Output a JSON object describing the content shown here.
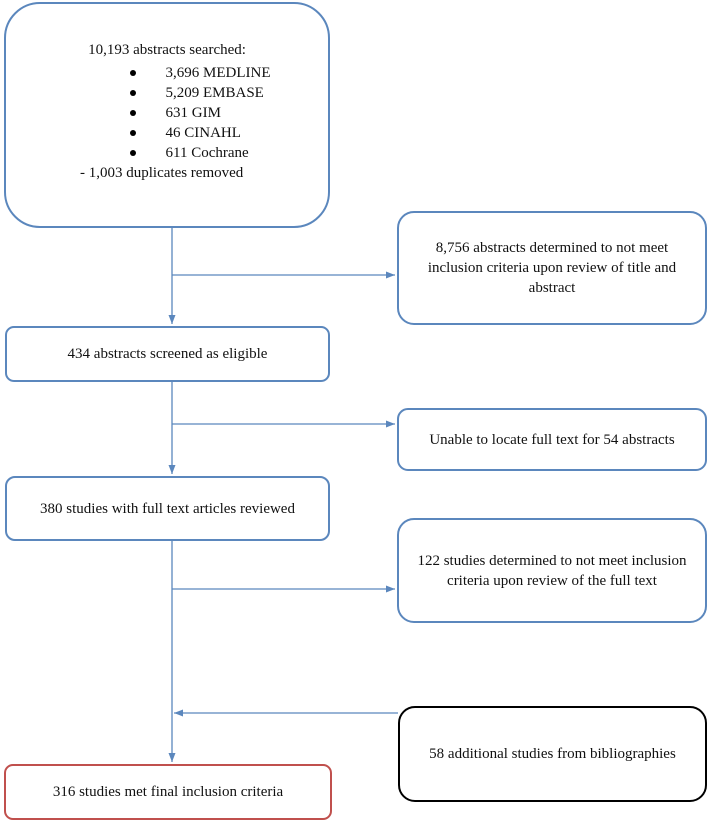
{
  "search": {
    "title": "10,193 abstracts searched:",
    "databases": [
      "3,696 MEDLINE",
      "5,209 EMBASE",
      "631 GIM",
      "46 CINAHL",
      "611 Cochrane"
    ],
    "duplicates": "- 1,003 duplicates removed"
  },
  "excluded_title_abstract": "8,756 abstracts determined to not meet inclusion criteria upon review of title and abstract",
  "screened": "434 abstracts screened as eligible",
  "no_full_text": "Unable to locate full text for 54 abstracts",
  "full_text_reviewed": "380 studies with full text articles reviewed",
  "excluded_full_text": "122 studies determined to not meet inclusion criteria upon review of the full text",
  "additional": "58 additional studies from bibliographies",
  "final": "316 studies met final inclusion criteria",
  "colors": {
    "flow": "#5b87bd",
    "final_border": "#c0504d",
    "additional_border": "#000000"
  }
}
